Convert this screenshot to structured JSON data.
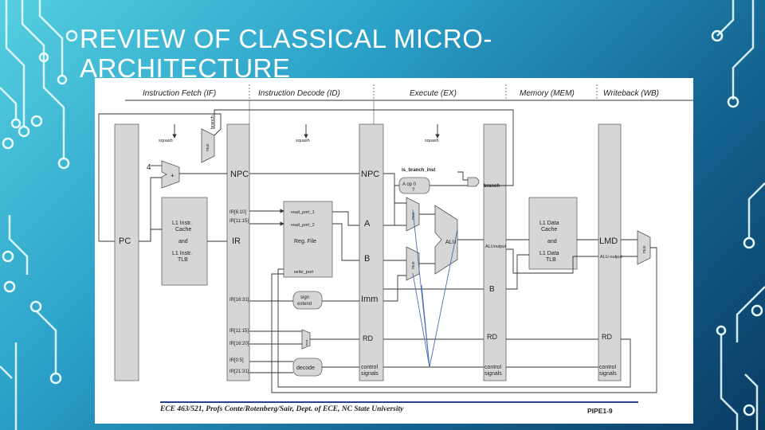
{
  "title": "REVIEW OF CLASSICAL MICRO-ARCHITECTURE",
  "stages": {
    "if": "Instruction Fetch (IF)",
    "id": "Instruction Decode (ID)",
    "ex": "Execute (EX)",
    "mem": "Memory (MEM)",
    "wb": "Writeback (WB)"
  },
  "labels": {
    "pc": "PC",
    "four": "4",
    "plus": "+",
    "squash": "squash",
    "branch": "branch",
    "mux": "mux",
    "npc": "NPC",
    "ir": "IR",
    "icache_1": "L1 Instr.",
    "icache_2": "Cache",
    "and": "and",
    "itlb_1": "L1 Instr.",
    "itlb_2": "TLB",
    "ir_rs": "IR[6:10]",
    "ir_rt": "IR[11:15]",
    "read_port_1": "read_port_1",
    "read_port_2": "read_port_2",
    "reg_file": "Reg. File",
    "write_port": "write_port",
    "a": "A",
    "b": "B",
    "imm": "Imm",
    "ir_imm": "IR[16:31]",
    "sign_extend_1": "sign",
    "sign_extend_2": "extend",
    "ir_rd1": "IR[11:15]",
    "ir_rd2": "IR[16:20]",
    "ir_op": "IR[0:5]",
    "ir_func": "IR[21:31]",
    "decode": "decode",
    "rd": "RD",
    "control_1": "control",
    "control_2": "signals",
    "is_branch": "is_branch_inst",
    "a_op": "A op 0",
    "q": "?",
    "alu": "ALU",
    "alu_output": "ALUoutput",
    "dcache_1": "L1 Data",
    "dcache_2": "Cache",
    "dtlb_1": "L1 Data",
    "dtlb_2": "TLB",
    "lmd": "LMD",
    "alu_output_wb": "ALU-output"
  },
  "footer": {
    "text": "ECE 463/521, Profs Conte/Rotenberg/Sair, Dept. of ECE, NC State University",
    "page": "PIPE1-9"
  }
}
